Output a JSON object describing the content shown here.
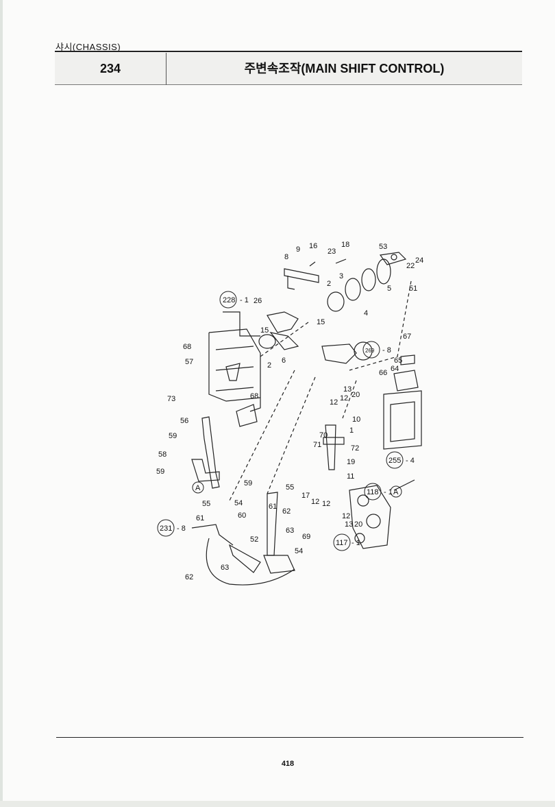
{
  "header": {
    "section": "샤시(CHASSIS)",
    "page_number": "234",
    "title": "주변속조작(MAIN SHIFT CONTROL)"
  },
  "footer": {
    "folio": "418"
  },
  "callouts": {
    "c228": "228",
    "c228_suffix": "- 1",
    "c269": "269",
    "c269_suffix": "- 8",
    "c255": "255",
    "c255_suffix": "- 4",
    "c118": "118",
    "c118_suffix": "- 1",
    "c231": "231",
    "c231_suffix": "- 8",
    "c117": "117",
    "c117_suffix": "- 1",
    "ref_a": "A"
  },
  "part_numbers": {
    "p9": "9",
    "p16": "16",
    "p23": "23",
    "p18": "18",
    "p53": "53",
    "p8": "8",
    "p22": "22",
    "p24": "24",
    "p2a": "2",
    "p3": "3",
    "p5": "5",
    "p51": "51",
    "p26": "26",
    "p4": "4",
    "p15a": "15",
    "p15b": "15",
    "p68a": "68",
    "p2b": "2",
    "p6": "6",
    "p67": "67",
    "p65": "65",
    "p57": "57",
    "p64": "64",
    "p66": "66",
    "p68b": "68",
    "p13a": "13",
    "p12a": "12",
    "p20a": "20",
    "p73": "73",
    "p12b": "12",
    "p10": "10",
    "p56": "56",
    "p1": "1",
    "p70": "70",
    "p59a": "59",
    "p71": "71",
    "p72": "72",
    "p58": "58",
    "p19": "19",
    "p59b": "59",
    "p59c": "59",
    "p11": "11",
    "p55a": "55",
    "p55b": "55",
    "p54a": "54",
    "p17": "17",
    "p12c": "12",
    "p12d": "12",
    "p61a": "61",
    "p62a": "62",
    "p60": "60",
    "p61b": "61",
    "p12e": "12",
    "p13b": "13",
    "p20b": "20",
    "p63a": "63",
    "p52": "52",
    "p69": "69",
    "p54b": "54",
    "p63b": "63",
    "p62b": "62"
  }
}
